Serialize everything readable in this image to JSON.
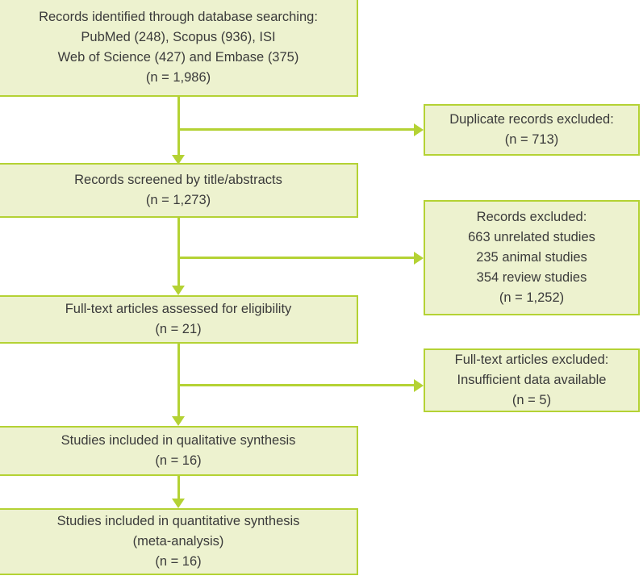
{
  "diagram": {
    "type": "prisma-flow-diagram",
    "colors": {
      "box_fill": "#edf2cf",
      "box_border": "#b4d234",
      "connector": "#b4d234",
      "text": "#3b3b3b",
      "background": "#ffffff"
    },
    "nodes": [
      {
        "id": "identified",
        "name": "records-identified-box",
        "lines": [
          "Records identified through database searching:",
          "PubMed (248), Scopus (936), ISI",
          "Web of Science (427) and Embase (375)",
          "(n = 1,986)"
        ]
      },
      {
        "id": "duplicates",
        "name": "duplicate-records-excluded-box",
        "lines": [
          "Duplicate records excluded:",
          "(n = 713)"
        ]
      },
      {
        "id": "screened",
        "name": "records-screened-box",
        "lines": [
          "Records screened by title/abstracts",
          "(n = 1,273)"
        ]
      },
      {
        "id": "records-excluded",
        "name": "records-excluded-box",
        "lines": [
          "Records excluded:",
          "663 unrelated studies",
          "235 animal studies",
          "354 review studies",
          "(n = 1,252)"
        ]
      },
      {
        "id": "fulltext",
        "name": "full-text-assessed-box",
        "lines": [
          "Full-text articles assessed for eligibility",
          "(n = 21)"
        ]
      },
      {
        "id": "fulltext-excluded",
        "name": "full-text-excluded-box",
        "lines": [
          "Full-text articles excluded:",
          "Insufficient data available",
          "(n = 5)"
        ]
      },
      {
        "id": "qualitative",
        "name": "qualitative-synthesis-box",
        "lines": [
          "Studies included in qualitative synthesis",
          "(n = 16)"
        ]
      },
      {
        "id": "quantitative",
        "name": "quantitative-synthesis-box",
        "lines": [
          "Studies included in quantitative synthesis",
          "(meta-analysis)",
          "(n = 16)"
        ]
      }
    ],
    "counts": {
      "identified_total": 1986,
      "pubmed": 248,
      "scopus": 936,
      "isi_web_of_science": 427,
      "embase": 375,
      "duplicates_excluded": 713,
      "screened": 1273,
      "records_excluded_total": 1252,
      "unrelated_studies": 663,
      "animal_studies": 235,
      "review_studies": 354,
      "fulltext_assessed": 21,
      "fulltext_excluded": 5,
      "qualitative_included": 16,
      "quantitative_included": 16
    }
  }
}
